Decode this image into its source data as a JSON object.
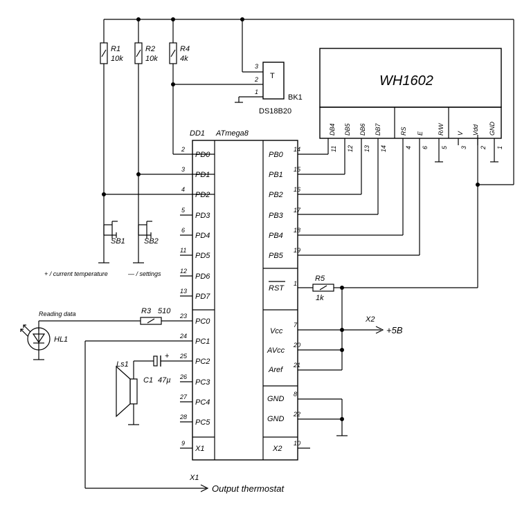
{
  "mcu": {
    "ref": "DD1",
    "part": "ATmega8",
    "left_pins": [
      {
        "num": "2",
        "name": "PD0"
      },
      {
        "num": "3",
        "name": "PD1"
      },
      {
        "num": "4",
        "name": "PD2"
      },
      {
        "num": "5",
        "name": "PD3"
      },
      {
        "num": "6",
        "name": "PD4"
      },
      {
        "num": "11",
        "name": "PD5"
      },
      {
        "num": "12",
        "name": "PD6"
      },
      {
        "num": "13",
        "name": "PD7"
      },
      {
        "num": "23",
        "name": "PC0"
      },
      {
        "num": "24",
        "name": "PC1"
      },
      {
        "num": "25",
        "name": "PC2"
      },
      {
        "num": "26",
        "name": "PC3"
      },
      {
        "num": "27",
        "name": "PC4"
      },
      {
        "num": "28",
        "name": "PC5"
      },
      {
        "num": "9",
        "name": "X1"
      }
    ],
    "right_pins": [
      {
        "num": "14",
        "name": "PB0"
      },
      {
        "num": "15",
        "name": "PB1"
      },
      {
        "num": "16",
        "name": "PB2"
      },
      {
        "num": "17",
        "name": "PB3"
      },
      {
        "num": "18",
        "name": "PB4"
      },
      {
        "num": "19",
        "name": "PB5"
      },
      {
        "num": "1",
        "name": "RST"
      },
      {
        "num": "7",
        "name": "Vcc"
      },
      {
        "num": "20",
        "name": "AVcc"
      },
      {
        "num": "21",
        "name": "Aref"
      },
      {
        "num": "8",
        "name": "GND"
      },
      {
        "num": "22",
        "name": "GND"
      },
      {
        "num": "10",
        "name": "X2"
      }
    ]
  },
  "lcd": {
    "title": "WH1602",
    "pins": [
      {
        "name": "DB4",
        "num": "11"
      },
      {
        "name": "DB5",
        "num": "12"
      },
      {
        "name": "DB6",
        "num": "13"
      },
      {
        "name": "DB7",
        "num": "14"
      },
      {
        "name": "RS",
        "num": "4"
      },
      {
        "name": "E",
        "num": "6"
      },
      {
        "name": "R/W",
        "num": "5"
      },
      {
        "name": "V",
        "num": "3"
      },
      {
        "name": "Vdd",
        "num": "2"
      },
      {
        "name": "GND",
        "num": "1"
      }
    ]
  },
  "sensor": {
    "ref": "BK1",
    "part": "DS18B20",
    "symbol": "T",
    "pins": [
      "3",
      "2",
      "1"
    ]
  },
  "resistors": [
    {
      "ref": "R1",
      "value": "10k"
    },
    {
      "ref": "R2",
      "value": "10k"
    },
    {
      "ref": "R4",
      "value": "4k"
    },
    {
      "ref": "R3",
      "value": "510"
    },
    {
      "ref": "R5",
      "value": "1k"
    }
  ],
  "switches": [
    {
      "ref": "SB1",
      "label": "+ / current temperature"
    },
    {
      "ref": "SB2",
      "label": "— / settings"
    }
  ],
  "led": {
    "ref": "HL1",
    "label": "Reading data"
  },
  "capacitor": {
    "ref": "C1",
    "value": "47µ",
    "plus": "+"
  },
  "speaker": {
    "ref": "Ls1"
  },
  "power": {
    "connector": "X2",
    "label": "+5B"
  },
  "output": {
    "connector": "X1",
    "label": "Output thermostat"
  }
}
